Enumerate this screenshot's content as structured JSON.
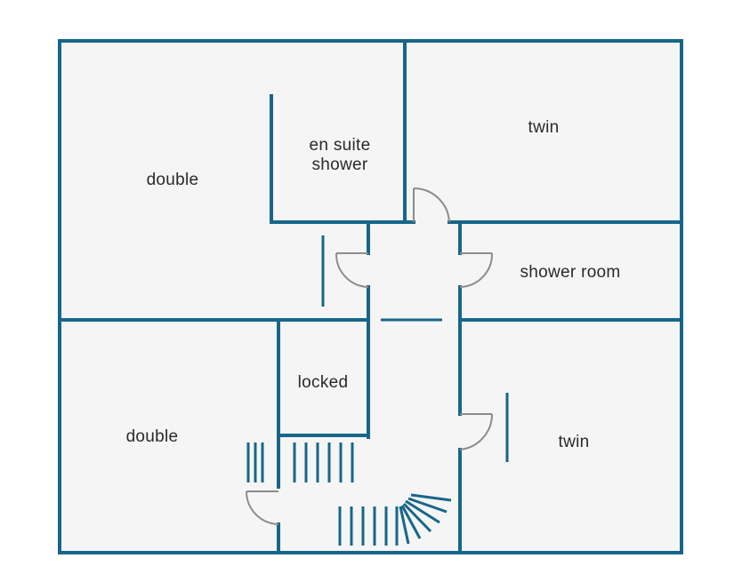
{
  "floor_plan": {
    "rooms": {
      "double_top": "double",
      "en_suite_line1": "en suite",
      "en_suite_line2": "shower",
      "twin_top": "twin",
      "shower_room": "shower room",
      "double_bottom": "double",
      "locked": "locked",
      "twin_bottom": "twin"
    }
  },
  "colors": {
    "wall": "#17668a",
    "floor": "#f4f5f4",
    "door_arc": "#8c8c8c",
    "label": "#2a2a2a"
  }
}
